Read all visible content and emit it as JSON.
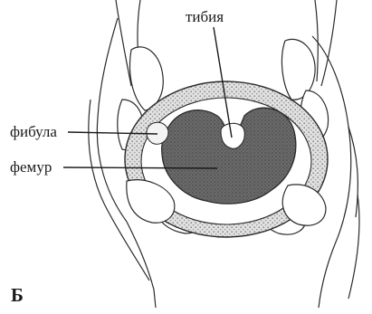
{
  "labels": {
    "tibia": "тибия",
    "fibula": "фибула",
    "femur": "фемур"
  },
  "panel_letter": "Б",
  "colors": {
    "ink": "#1a1a1a",
    "bone_fill": "#6e6e6e",
    "stipple_ring": "#c8c8c8",
    "background": "#ffffff"
  }
}
